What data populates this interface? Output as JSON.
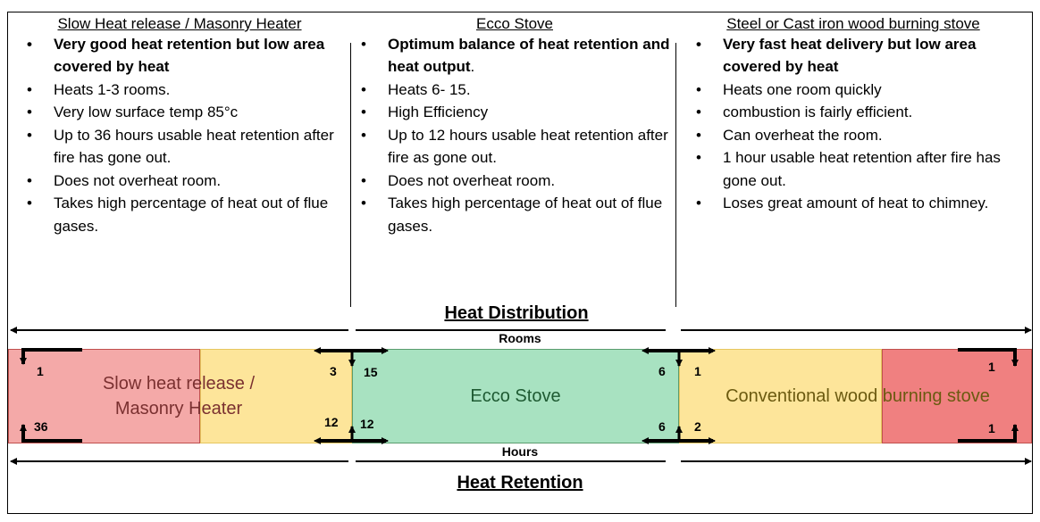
{
  "columns": [
    {
      "heading": "Slow Heat release / Masonry Heater",
      "bullets": [
        {
          "text": "Very good heat retention but low area covered by heat",
          "bold": true
        },
        {
          "text": "Heats 1-3 rooms."
        },
        {
          "text": "Very low surface temp 85°c"
        },
        {
          "text": "Up to 36 hours usable heat retention after fire has gone out."
        },
        {
          "text": "Does not overheat room."
        },
        {
          "text": "Takes high percentage of heat out of flue gases."
        }
      ]
    },
    {
      "heading": "Ecco Stove",
      "bullets": [
        {
          "text": "Optimum balance of heat retention and heat output",
          "bold": true,
          "suffix": "."
        },
        {
          "text": "Heats 6- 15."
        },
        {
          "text": "High Efficiency"
        },
        {
          "text": "Up to 12 hours usable heat retention after fire as gone out."
        },
        {
          "text": "Does not overheat room."
        },
        {
          "text": "Takes high percentage of heat out of flue gases."
        }
      ]
    },
    {
      "heading": "Steel or Cast iron wood burning stove",
      "bullets": [
        {
          "text": "Very fast heat delivery but low area covered by heat",
          "bold": true
        },
        {
          "text": "Heats one room quickly"
        },
        {
          "text": "combustion is fairly efficient."
        },
        {
          "text": "Can overheat the room."
        },
        {
          "text": "1 hour usable heat retention after fire has gone out."
        },
        {
          "text": "Loses great amount of heat to chimney."
        }
      ]
    }
  ],
  "scale": {
    "top_title": "Heat Distribution",
    "top_axis": "Rooms",
    "bottom_axis": "Hours",
    "bottom_title": "Heat Retention",
    "labels": {
      "masonry": "Slow heat release / Masonry Heater",
      "ecco": "Ecco Stove",
      "conventional": "Conventional wood burning stove"
    },
    "markers": {
      "masonry_rooms_min": "1",
      "masonry_hours_max": "36",
      "masonry_rooms_max": "3",
      "masonry_hours_min": "12",
      "ecco_rooms_max": "15",
      "ecco_hours_max": "12",
      "ecco_rooms_min": "6",
      "ecco_hours_min": "6",
      "conv_rooms_max": "1",
      "conv_hours_max": "2",
      "conv_rooms_min": "1",
      "conv_hours_min": "1"
    },
    "colors": {
      "red": "#f4a9a8",
      "red_strong": "#f08080",
      "yellow": "#fde59a",
      "green": "#a8e2c1"
    }
  }
}
